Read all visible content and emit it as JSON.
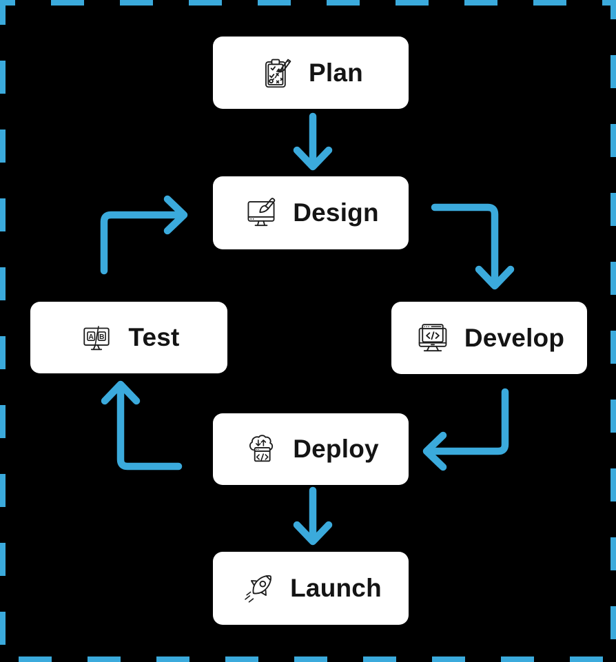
{
  "theme": {
    "background": "#000000",
    "accent": "#3BAADC",
    "node_background": "#FFFFFF",
    "node_text_color": "#141414",
    "icon_color": "#1C1C1C"
  },
  "diagram": {
    "type": "flowchart",
    "title": "",
    "nodes": [
      {
        "id": "plan",
        "label": "Plan",
        "icon": "clipboard-plan-icon"
      },
      {
        "id": "design",
        "label": "Design",
        "icon": "monitor-paintbrush-icon"
      },
      {
        "id": "develop",
        "label": "Develop",
        "icon": "monitor-code-icon"
      },
      {
        "id": "test",
        "label": "Test",
        "icon": "ab-test-monitor-icon"
      },
      {
        "id": "deploy",
        "label": "Deploy",
        "icon": "cloud-code-deploy-icon"
      },
      {
        "id": "launch",
        "label": "Launch",
        "icon": "rocket-icon"
      }
    ],
    "edges": [
      {
        "from": "plan",
        "to": "design"
      },
      {
        "from": "design",
        "to": "develop"
      },
      {
        "from": "develop",
        "to": "deploy"
      },
      {
        "from": "deploy",
        "to": "test"
      },
      {
        "from": "test",
        "to": "design"
      },
      {
        "from": "deploy",
        "to": "launch"
      }
    ],
    "border_style": "dashed"
  }
}
